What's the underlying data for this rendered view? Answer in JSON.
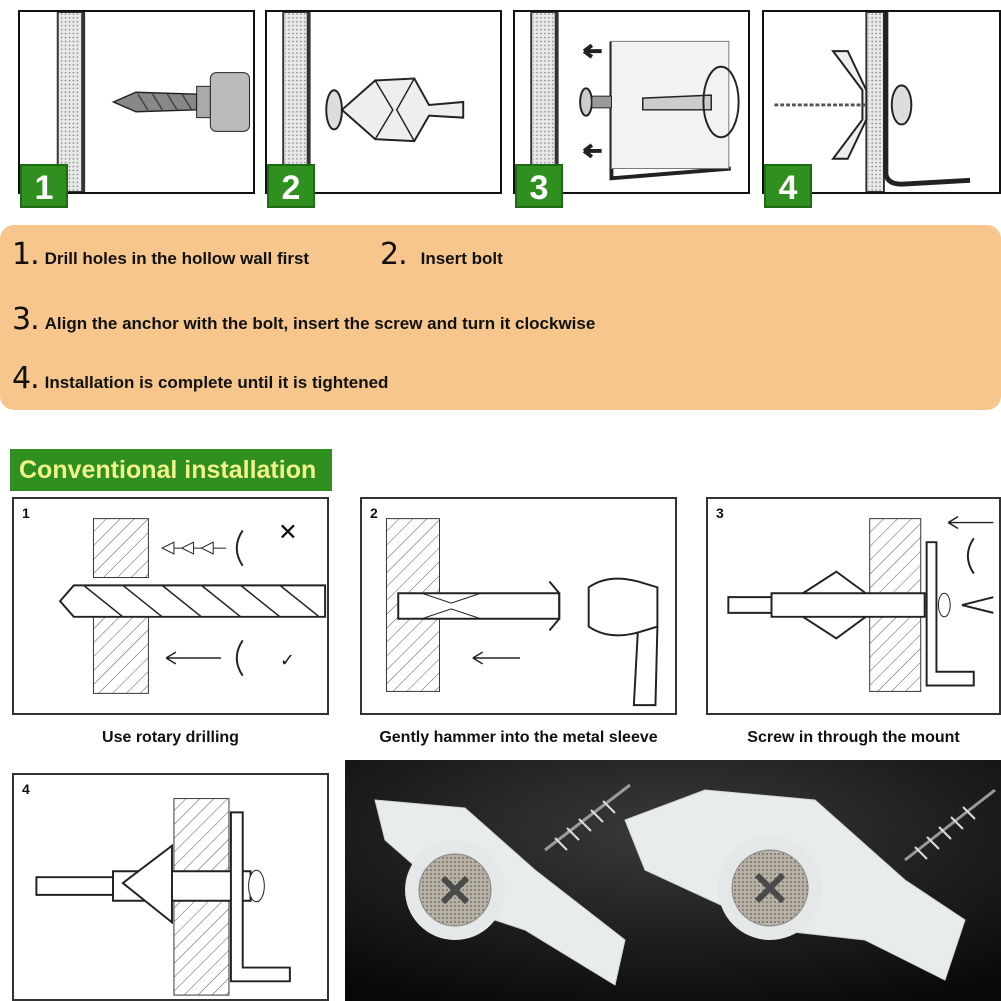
{
  "top_panels": [
    {
      "number": "1"
    },
    {
      "number": "2"
    },
    {
      "number": "3"
    },
    {
      "number": "4"
    }
  ],
  "steps": [
    {
      "number": "1.",
      "text": "Drill holes in the hollow wall first"
    },
    {
      "number": "2.",
      "text": "Insert bolt"
    },
    {
      "number": "3.",
      "text": "Align the anchor with the bolt, insert the screw and turn it clockwise"
    },
    {
      "number": "4.",
      "text": "Installation is complete until it is tightened"
    }
  ],
  "section_header": "Conventional installation",
  "diagram_panels": [
    {
      "number": "1",
      "caption": "Use rotary drilling"
    },
    {
      "number": "2",
      "caption": "Gently hammer into the metal sleeve"
    },
    {
      "number": "3",
      "caption": "Screw in through the mount"
    },
    {
      "number": "4",
      "caption": ""
    }
  ],
  "colors": {
    "badge_green": "#2f8f1f",
    "instructions_bg": "#f6c68c",
    "header_text": "#f2f28a"
  }
}
